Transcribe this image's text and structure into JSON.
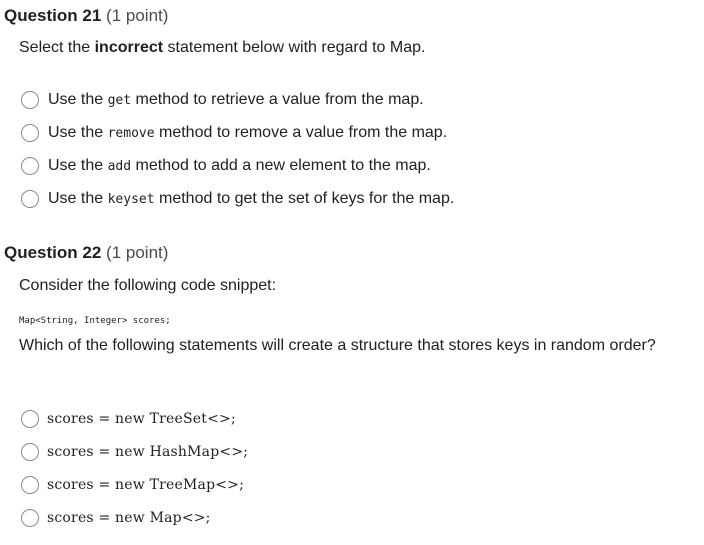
{
  "q21": {
    "title": "Question 21",
    "points": "(1 point)",
    "prompt_pre": "Select the ",
    "prompt_bold": "incorrect",
    "prompt_post": " statement below with regard to Map.",
    "options": [
      {
        "pre": "Use the ",
        "code": "get",
        "post": " method to retrieve a value from the map."
      },
      {
        "pre": "Use the ",
        "code": "remove",
        "post": " method to remove a value from the map."
      },
      {
        "pre": "Use the ",
        "code": "add",
        "post": " method to add a new element to the map."
      },
      {
        "pre": "Use the ",
        "code": "keyset",
        "post": " method to get the set of keys for the map."
      }
    ]
  },
  "q22": {
    "title": "Question 22",
    "points": "(1 point)",
    "prompt": "Consider the following code snippet:",
    "snippet": "Map<String, Integer> scores;",
    "question": "Which of the following statements will create a structure that stores keys in random order?",
    "options": [
      "scores = new TreeSet<>;",
      "scores = new HashMap<>;",
      "scores = new TreeMap<>;",
      "scores = new Map<>;"
    ]
  }
}
